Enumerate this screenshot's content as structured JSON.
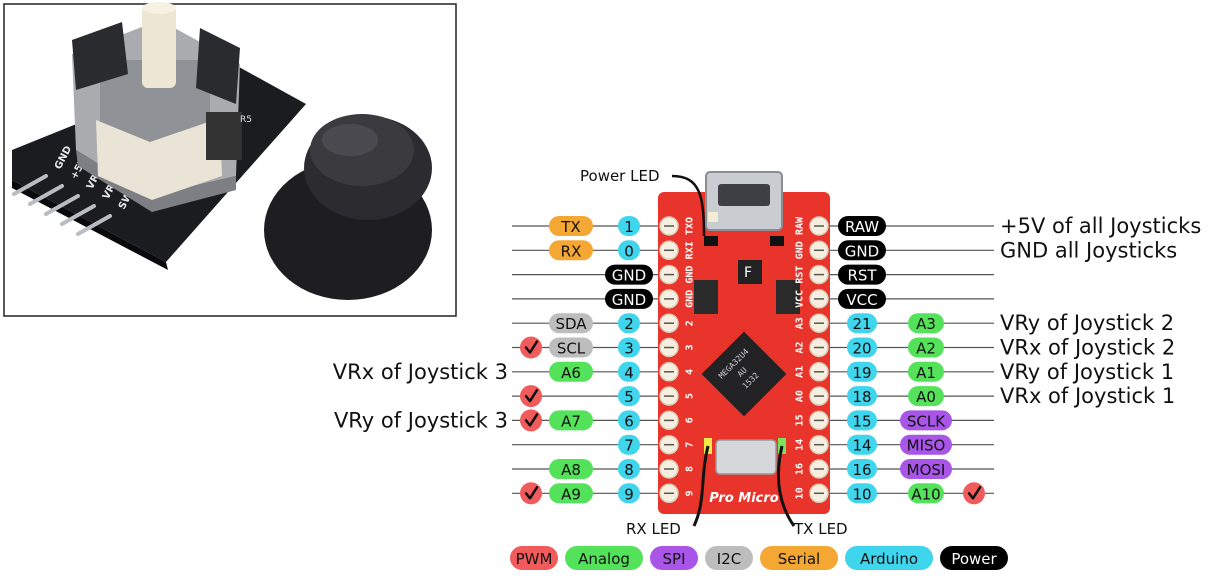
{
  "photo": {
    "module_pin_labels": [
      "GND",
      "+5V",
      "VRx",
      "VRy",
      "SW"
    ],
    "module_marking": "R5"
  },
  "board": {
    "title": "Pro Micro",
    "chip_text": [
      "MEGA32U4",
      "AU",
      "1532"
    ],
    "fuse_label": "F",
    "left_silk": [
      "TXO",
      "RXI",
      "GND",
      "GND",
      "2",
      "3",
      "4",
      "5",
      "6",
      "7",
      "8",
      "9"
    ],
    "right_silk": [
      "RAW",
      "GND",
      "RST",
      "VCC",
      "A3",
      "A2",
      "A1",
      "A0",
      "15",
      "14",
      "16",
      "10"
    ]
  },
  "callouts": {
    "power_led": "Power LED",
    "rx_led": "RX LED",
    "tx_led": "TX LED"
  },
  "colors": {
    "pwm": "#f15b5b",
    "analog": "#54e25a",
    "spi": "#a855e8",
    "i2c": "#bdbdbd",
    "serial": "#f5a733",
    "arduino": "#3fd5ec",
    "power": "#000000",
    "board": "#e8342a"
  },
  "legend": [
    {
      "label": "PWM",
      "kind": "pwm"
    },
    {
      "label": "Analog",
      "kind": "analog"
    },
    {
      "label": "SPI",
      "kind": "spi"
    },
    {
      "label": "I2C",
      "kind": "i2c"
    },
    {
      "label": "Serial",
      "kind": "serial"
    },
    {
      "label": "Arduino",
      "kind": "arduino"
    },
    {
      "label": "Power",
      "kind": "power"
    }
  ],
  "left_pins": [
    {
      "pwm": false,
      "func": "TX",
      "func_kind": "serial",
      "num": "1",
      "num_kind": "arduino",
      "note": ""
    },
    {
      "pwm": false,
      "func": "RX",
      "func_kind": "serial",
      "num": "0",
      "num_kind": "arduino",
      "note": ""
    },
    {
      "pwm": false,
      "func": "",
      "func_kind": "",
      "num": "GND",
      "num_kind": "power",
      "note": ""
    },
    {
      "pwm": false,
      "func": "",
      "func_kind": "",
      "num": "GND",
      "num_kind": "power",
      "note": ""
    },
    {
      "pwm": false,
      "func": "SDA",
      "func_kind": "i2c",
      "num": "2",
      "num_kind": "arduino",
      "note": ""
    },
    {
      "pwm": true,
      "func": "SCL",
      "func_kind": "i2c",
      "num": "3",
      "num_kind": "arduino",
      "note": ""
    },
    {
      "pwm": false,
      "func": "A6",
      "func_kind": "analog",
      "num": "4",
      "num_kind": "arduino",
      "note": "VRx of Joystick 3"
    },
    {
      "pwm": true,
      "func": "",
      "func_kind": "",
      "num": "5",
      "num_kind": "arduino",
      "note": ""
    },
    {
      "pwm": true,
      "func": "A7",
      "func_kind": "analog",
      "num": "6",
      "num_kind": "arduino",
      "note": "VRy of Joystick 3"
    },
    {
      "pwm": false,
      "func": "",
      "func_kind": "",
      "num": "7",
      "num_kind": "arduino",
      "note": ""
    },
    {
      "pwm": false,
      "func": "A8",
      "func_kind": "analog",
      "num": "8",
      "num_kind": "arduino",
      "note": ""
    },
    {
      "pwm": true,
      "func": "A9",
      "func_kind": "analog",
      "num": "9",
      "num_kind": "arduino",
      "note": ""
    }
  ],
  "right_pins": [
    {
      "num": "RAW",
      "num_kind": "power",
      "func": "",
      "func_kind": "",
      "pwm": false,
      "note": "+5V of all Joysticks"
    },
    {
      "num": "GND",
      "num_kind": "power",
      "func": "",
      "func_kind": "",
      "pwm": false,
      "note": "GND all Joysticks"
    },
    {
      "num": "RST",
      "num_kind": "power",
      "func": "",
      "func_kind": "",
      "pwm": false,
      "note": ""
    },
    {
      "num": "VCC",
      "num_kind": "power",
      "func": "",
      "func_kind": "",
      "pwm": false,
      "note": ""
    },
    {
      "num": "21",
      "num_kind": "arduino",
      "func": "A3",
      "func_kind": "analog",
      "pwm": false,
      "note": "VRy of Joystick 2"
    },
    {
      "num": "20",
      "num_kind": "arduino",
      "func": "A2",
      "func_kind": "analog",
      "pwm": false,
      "note": "VRx of Joystick 2"
    },
    {
      "num": "19",
      "num_kind": "arduino",
      "func": "A1",
      "func_kind": "analog",
      "pwm": false,
      "note": "VRy of Joystick 1"
    },
    {
      "num": "18",
      "num_kind": "arduino",
      "func": "A0",
      "func_kind": "analog",
      "pwm": false,
      "note": "VRx of Joystick 1"
    },
    {
      "num": "15",
      "num_kind": "arduino",
      "func": "SCLK",
      "func_kind": "spi",
      "pwm": false,
      "note": ""
    },
    {
      "num": "14",
      "num_kind": "arduino",
      "func": "MISO",
      "func_kind": "spi",
      "pwm": false,
      "note": ""
    },
    {
      "num": "16",
      "num_kind": "arduino",
      "func": "MOSI",
      "func_kind": "spi",
      "pwm": false,
      "note": ""
    },
    {
      "num": "10",
      "num_kind": "arduino",
      "func": "A10",
      "func_kind": "analog",
      "pwm": true,
      "note": ""
    }
  ]
}
